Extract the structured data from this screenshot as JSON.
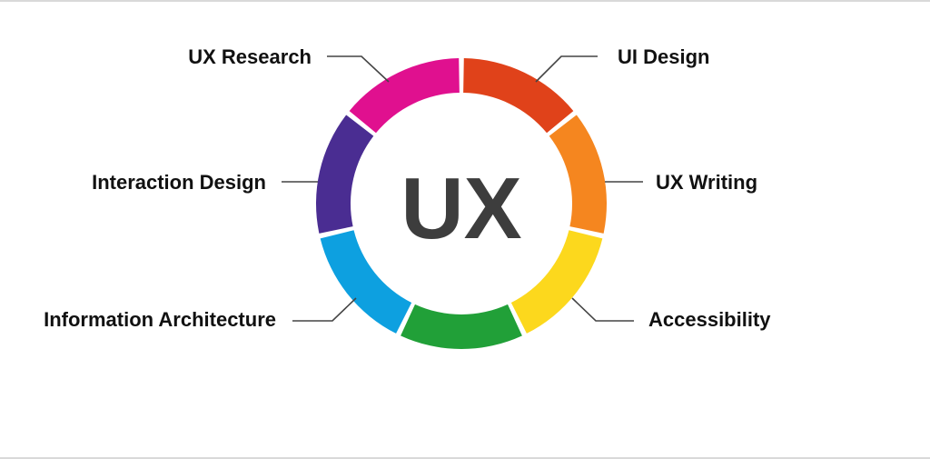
{
  "center": {
    "title": "UX"
  },
  "segments": [
    {
      "color": "#e0108f"
    },
    {
      "color": "#e0421a"
    },
    {
      "color": "#f5861f"
    },
    {
      "color": "#fcd81d"
    },
    {
      "color": "#21a038"
    },
    {
      "color": "#0da0e0"
    },
    {
      "color": "#4a2d92"
    }
  ],
  "labels": {
    "ux_research": "UX Research",
    "ui_design": "UI Design",
    "interaction_design": "Interaction Design",
    "ux_writing": "UX Writing",
    "information_architecture": "Information Architecture",
    "accessibility": "Accessibility"
  },
  "colors": {
    "text": "#111111",
    "center_text": "#3d3d3d",
    "leader_line": "#444444"
  }
}
